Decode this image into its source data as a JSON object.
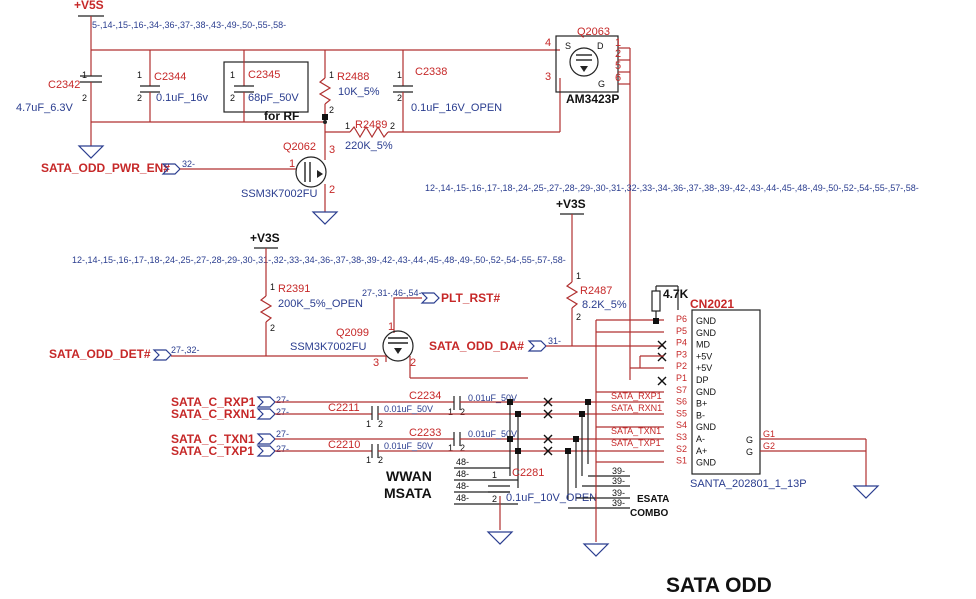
{
  "title": "SATA ODD",
  "nets": {
    "v5s": "+V5S",
    "v3s_a": "+V3S",
    "v3s_b": "+V3S",
    "pwr_en": "SATA_ODD_PWR_EN#",
    "pwr_en_ref": "32-",
    "odd_det": "SATA_ODD_DET#",
    "odd_det_ref": "27-,32-",
    "odd_da": "SATA_ODD_DA#",
    "odd_da_ref": "31-",
    "plt_rst": "PLT_RST#",
    "plt_rst_ref": "27-,31-,46-,54-",
    "rxp1": "SATA_C_RXP1",
    "rxn1": "SATA_C_RXN1",
    "txn1": "SATA_C_TXN1",
    "txp1": "SATA_C_TXP1",
    "ref27": "27-",
    "sheet_list_v5s": "5-,14-,15-,16-,34-,36-,37-,38-,43-,49-,50-,55-,58-",
    "sheet_list_v3s_right": "12-,14-,15-,16-,17-,18-,24-,25-,27-,28-,29-,30-,31-,32-,33-,34-,36-,37-,38-,39-,42-,43-,44-,45-,48-,49-,50-,52-,54-,55-,57-,58-",
    "sheet_list_v3s_left": "12-,14-,15-,16-,17-,18-,24-,25-,27-,28-,29-,30-,31-,32-,33-,34-,36-,37-,38-,39-,42-,43-,44-,45-,48-,49-,50-,52-,54-,55-,57-,58-"
  },
  "components": {
    "c2342": {
      "ref": "C2342",
      "value": "4.7uF_6.3V"
    },
    "c2344": {
      "ref": "C2344",
      "value": "0.1uF_16v"
    },
    "c2345": {
      "ref": "C2345",
      "value": "68pF_50V",
      "note": "for RF"
    },
    "r2488": {
      "ref": "R2488",
      "value": "10K_5%"
    },
    "c2338": {
      "ref": "C2338",
      "value": "0.1uF_16V_OPEN"
    },
    "r2489": {
      "ref": "R2489",
      "value": "220K_5%"
    },
    "q2063": {
      "ref": "Q2063",
      "value": "AM3423P",
      "pin_s": "S",
      "pin_d": "D",
      "pin_g": "G"
    },
    "q2062": {
      "ref": "Q2062",
      "value": "SSM3K7002FU"
    },
    "r2391": {
      "ref": "R2391",
      "value": "200K_5%_OPEN"
    },
    "q2099": {
      "ref": "Q2099",
      "value": "SSM3K7002FU"
    },
    "r2487": {
      "ref": "R2487",
      "value": "8.2K_5%"
    },
    "r47k": {
      "value": "4.7K"
    },
    "c2234": {
      "ref": "C2234",
      "value": "0.01uF_50V"
    },
    "c2211": {
      "ref": "C2211",
      "value": "0.01uF_50V"
    },
    "c2233": {
      "ref": "C2233",
      "value": "0.01uF_50V"
    },
    "c2210": {
      "ref": "C2210",
      "value": "0.01uF_50V"
    },
    "c2281": {
      "ref": "C2281",
      "value": "0.1uF_10V_OPEN"
    }
  },
  "pins": {
    "p1": "1",
    "p2": "2",
    "p3": "3",
    "p4": "4",
    "p5": "5",
    "p6": "6"
  },
  "connector": {
    "ref": "CN2021",
    "part": "SANTA_202801_1_13P",
    "pins": [
      {
        "num": "P6",
        "name": "GND"
      },
      {
        "num": "P5",
        "name": "GND"
      },
      {
        "num": "P4",
        "name": "MD"
      },
      {
        "num": "P3",
        "name": "+5V"
      },
      {
        "num": "P2",
        "name": "+5V"
      },
      {
        "num": "P1",
        "name": "DP"
      },
      {
        "num": "S7",
        "name": "GND"
      },
      {
        "num": "S6",
        "name": "B+"
      },
      {
        "num": "S5",
        "name": "B-"
      },
      {
        "num": "S4",
        "name": "GND"
      },
      {
        "num": "S3",
        "name": "A-"
      },
      {
        "num": "S2",
        "name": "A+"
      },
      {
        "num": "S1",
        "name": "GND"
      }
    ],
    "g_pins": [
      {
        "name": "G",
        "num": "G1"
      },
      {
        "name": "G",
        "num": "G2"
      }
    ]
  },
  "diff_labels": [
    "SATA_RXP1",
    "SATA_RXN1",
    "SATA_TXN1",
    "SATA_TXP1"
  ],
  "side_refs": {
    "r48": "48-",
    "r39": "39-"
  },
  "annotations": {
    "wwan": "WWAN",
    "msata": "MSATA",
    "esata": "ESATA",
    "combo": "COMBO"
  }
}
